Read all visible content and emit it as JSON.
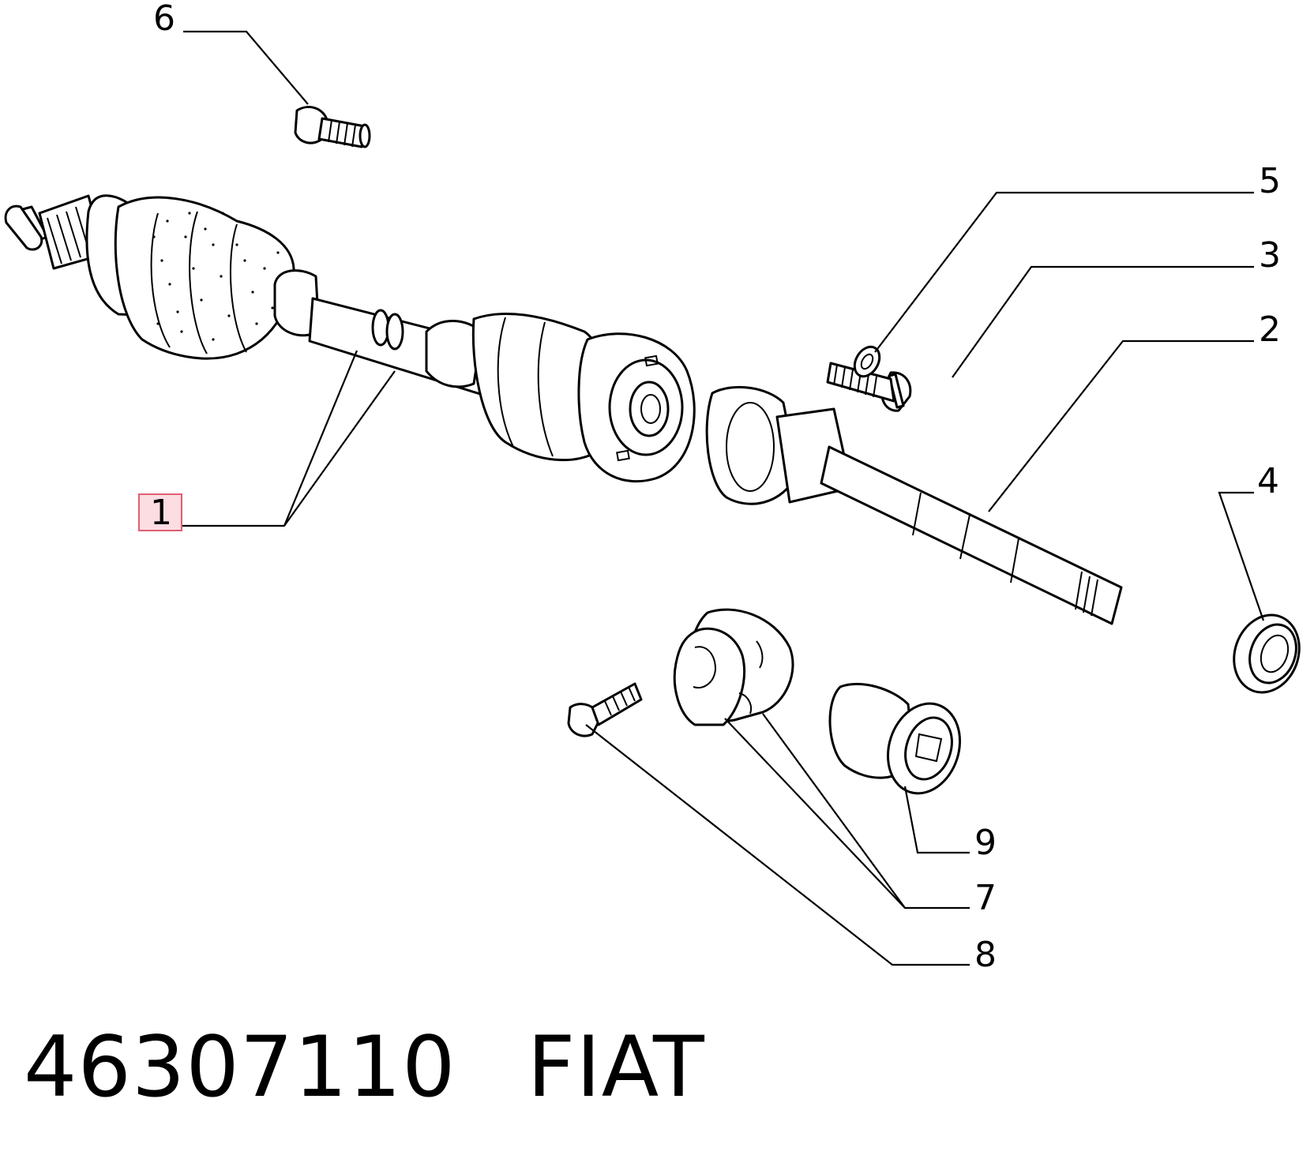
{
  "callouts": {
    "c1": "1",
    "c2": "2",
    "c3": "3",
    "c4": "4",
    "c5": "5",
    "c6": "6",
    "c7": "7",
    "c8": "8",
    "c9": "9"
  },
  "caption": {
    "part_number": "46307110",
    "brand": "FIAT"
  },
  "colors": {
    "line": "#000000",
    "highlight_border": "#e06070",
    "highlight_fill": "#fbdde2"
  }
}
